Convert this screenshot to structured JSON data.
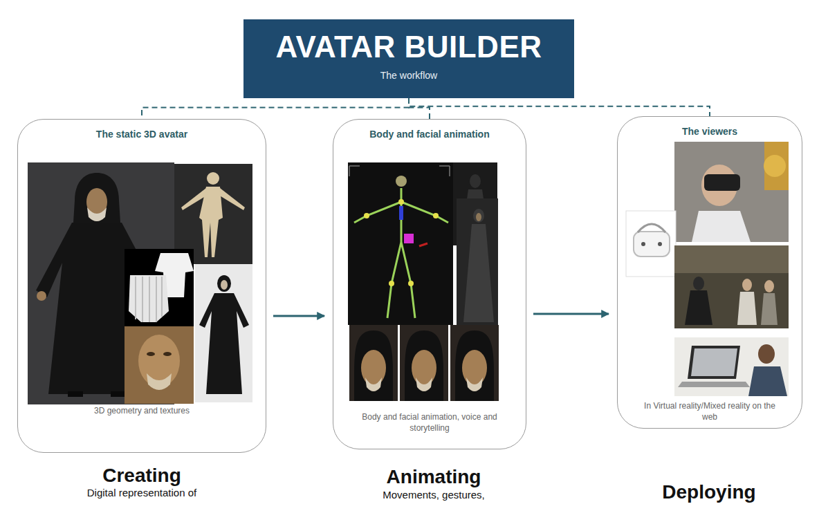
{
  "diagram": {
    "nodes": [
      {
        "text": [
          "AVATAR BUILDER",
          "The workflow"
        ]
      },
      {
        "text": [
          "The static 3D avatar",
          "3D geometry and textures"
        ]
      },
      {
        "text": [
          "Body and facial animation",
          "Body and facial animation, voice and storytelling"
        ]
      },
      {
        "text": [
          "The viewers",
          "In Virtual reality/Mixed reality on the web"
        ]
      }
    ],
    "edges": [
      {
        "from": 0,
        "to": 1,
        "arrow": "none"
      },
      {
        "from": 0,
        "to": 2,
        "arrow": "none"
      },
      {
        "from": 0,
        "to": 3,
        "arrow": "none"
      },
      {
        "from": 1,
        "to": 2,
        "arrow": "to"
      },
      {
        "from": 2,
        "to": 3,
        "arrow": "to"
      }
    ],
    "labels": [
      "Creating",
      "Digital representation of",
      "Animating",
      "Movements, gestures,",
      "Deploying"
    ]
  }
}
